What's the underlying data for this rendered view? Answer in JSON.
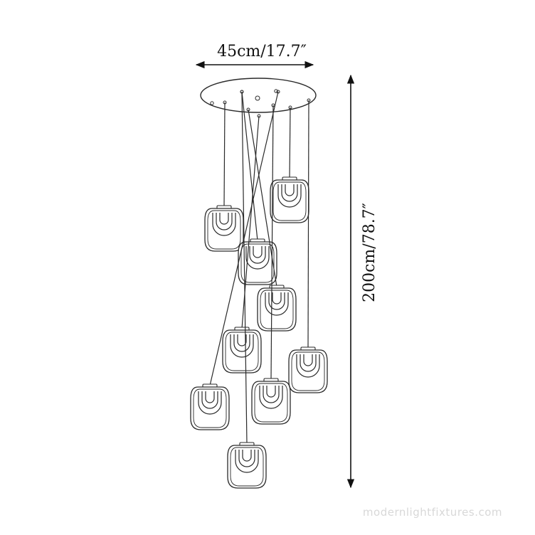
{
  "dimensions": {
    "width_label": "45cm/17.7″",
    "height_label": "200cm/78.7″"
  },
  "product": {
    "pendant_count": 9,
    "line_color": "#2a2a2a"
  },
  "watermark": {
    "text": "modernlightfixtures.com"
  }
}
